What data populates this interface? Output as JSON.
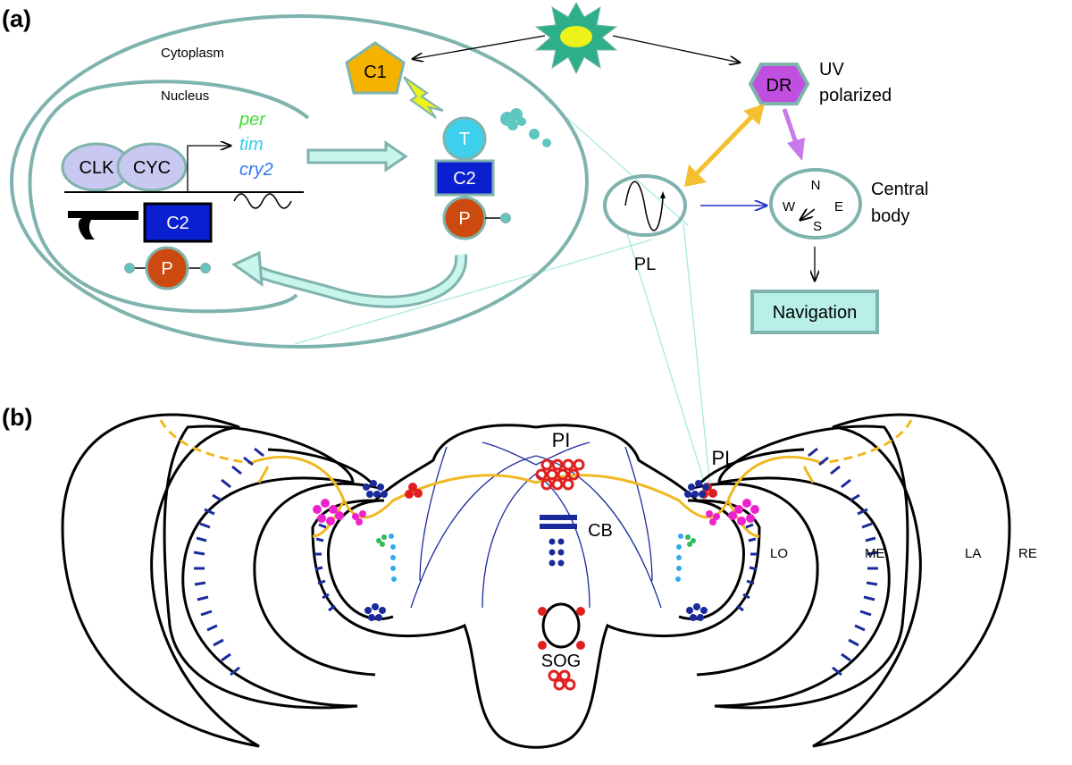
{
  "panel_a": {
    "tag": "(a)",
    "cytoplasm": "Cytoplasm",
    "nucleus": "Nucleus",
    "clk": "CLK",
    "cyc": "CYC",
    "genes": [
      "per",
      "tim",
      "cry2"
    ],
    "c1": "C1",
    "t": "T",
    "c2": "C2",
    "p": "P",
    "c2_repressor": "C2",
    "p_repressor": "P",
    "dr": "DR",
    "uv_line1": "UV",
    "uv_line2": "polarized",
    "pl": "PL",
    "central_line1": "Central",
    "central_line2": "body",
    "compass": {
      "n": "N",
      "e": "E",
      "s": "S",
      "w": "W"
    },
    "navigation": "Navigation"
  },
  "panel_b": {
    "tag": "(b)",
    "pi": "PI",
    "pl": "PL",
    "cb": "CB",
    "sog": "SOG",
    "lo": "LO",
    "me": "ME",
    "la": "LA",
    "re": "RE"
  },
  "colors": {
    "outline": "#7fb3ad",
    "c1_fill": "#f5b300",
    "dr_fill": "#c04fe0",
    "t_fill": "#3fd0ee",
    "c2_fill": "#0a1fd0",
    "p_fill": "#cc4a10",
    "clk_fill": "#c8c8f0",
    "per": "#44dd33",
    "tim": "#33ccee",
    "cry2": "#3377ee",
    "orange_arrow": "#f5c030",
    "purple_arrow": "#c77ae8",
    "nav_fill": "#b8f0e8",
    "red_cells": "#e02020",
    "blue_cells": "#1a2a9a",
    "magenta_cells": "#ee22cc",
    "yellow_tract": "#f0b820"
  }
}
